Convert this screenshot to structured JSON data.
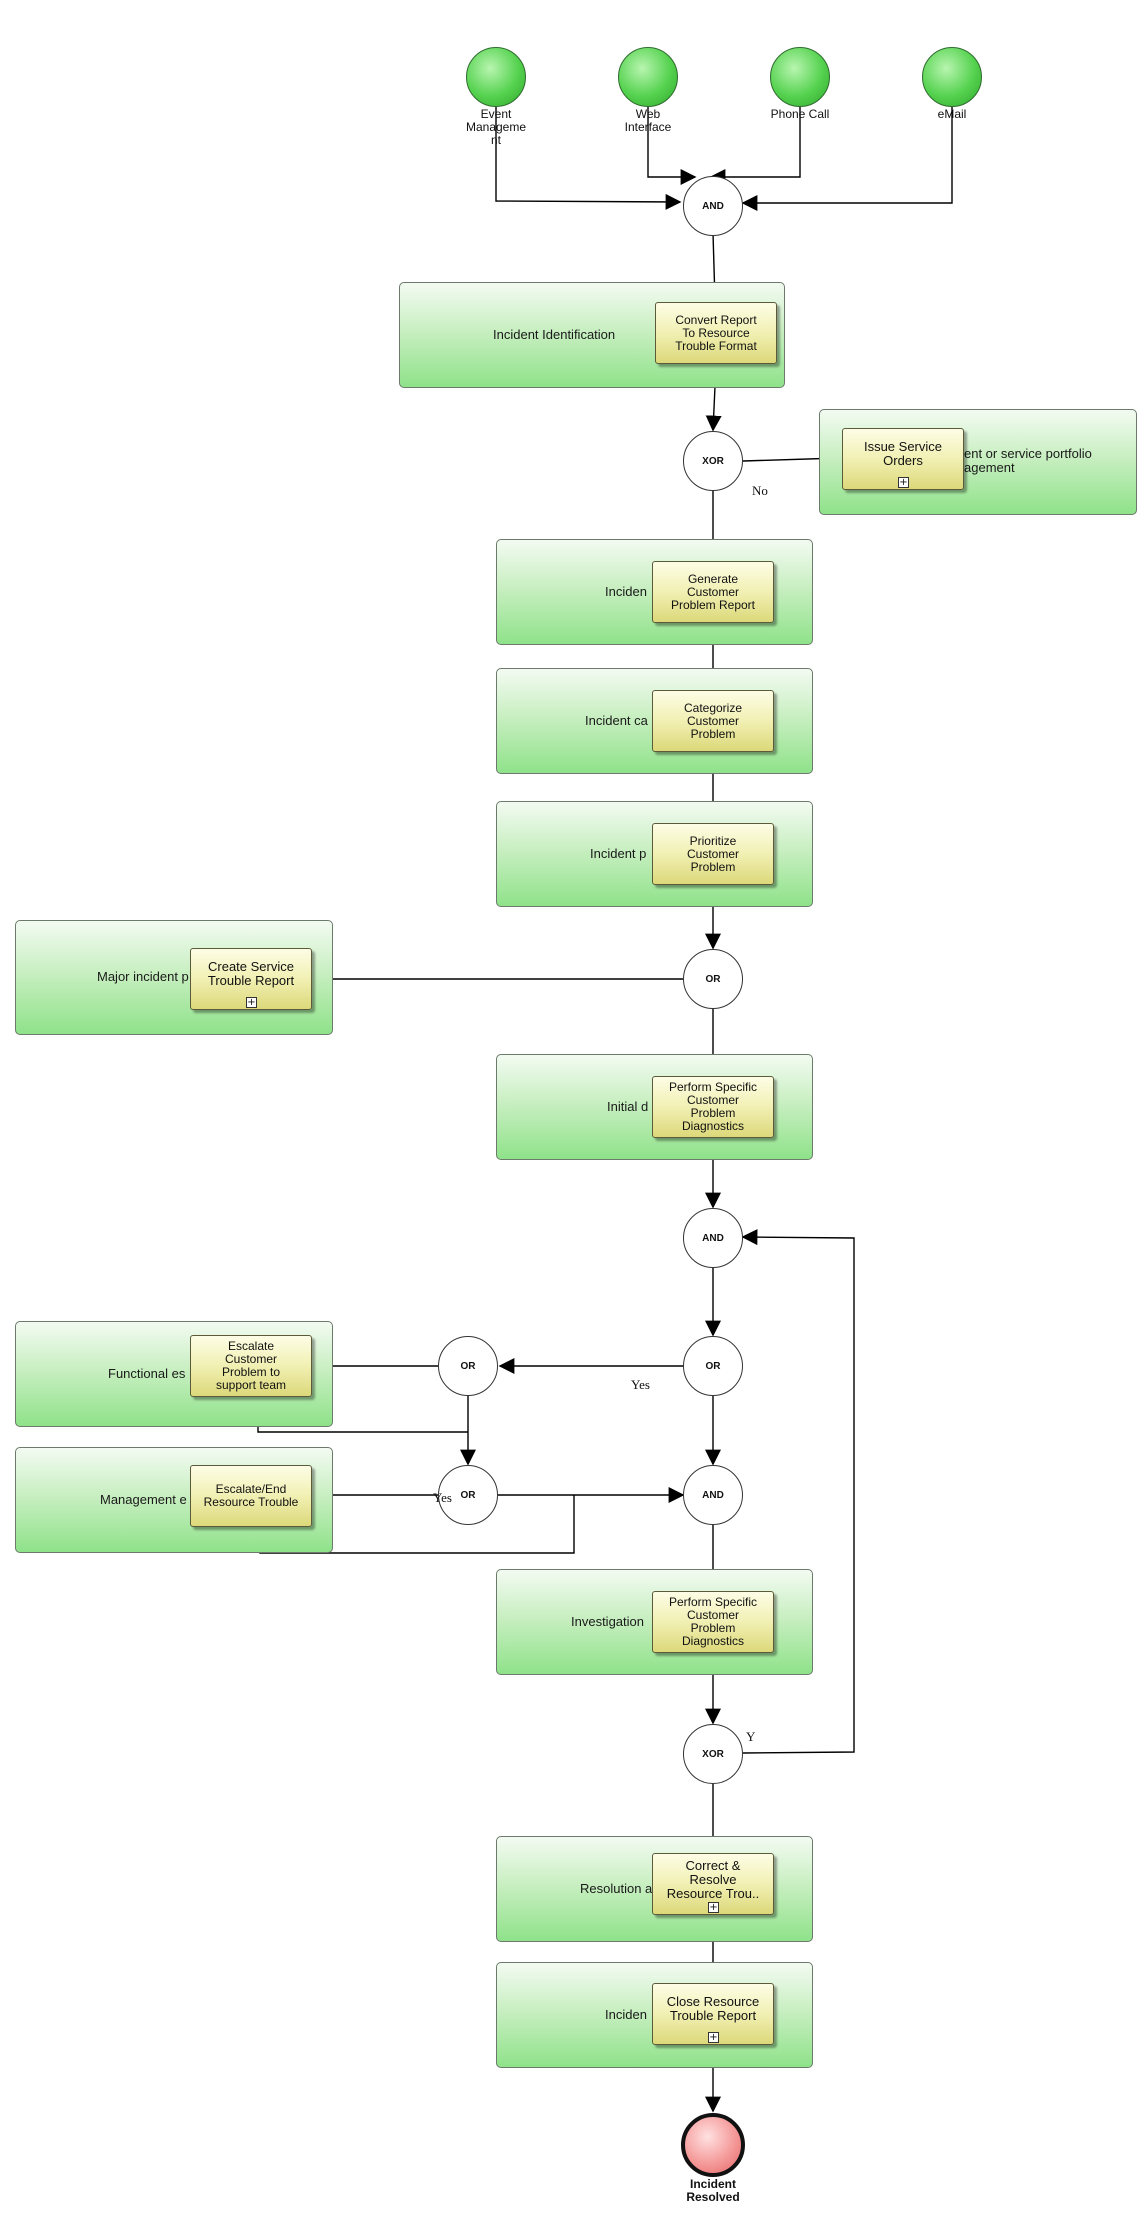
{
  "start_events": [
    {
      "id": "event-management",
      "label": "Event\nManageme\nnt"
    },
    {
      "id": "web-interface",
      "label": "Web\nInterface"
    },
    {
      "id": "phone-call",
      "label": "Phone Call"
    },
    {
      "id": "email",
      "label": "eMail"
    }
  ],
  "end_event": {
    "label": "Incident\nResolved"
  },
  "gateways": {
    "g1": "AND",
    "g2": "XOR",
    "g3": "OR",
    "g4": "AND",
    "g5": "OR",
    "g6": "OR",
    "g7": "OR",
    "g8": "AND",
    "g9": "XOR"
  },
  "lanes": {
    "incident_identification": "Incident Identification",
    "service_portfolio": "ent or service portfolio\nagement",
    "incident_logging": "Inciden",
    "incident_categorization": "Incident ca",
    "incident_prioritization": "Incident p",
    "major_incident": "Major incident p",
    "initial_diagnosis": "Initial d",
    "functional_escalation": "Functional es",
    "management_escalation": "Management e",
    "investigation": "Investigation",
    "resolution": "Resolution a",
    "incident_closure": "Inciden"
  },
  "tasks": {
    "convert_report": "Convert Report\nTo Resource\nTrouble Format",
    "issue_service_orders": "Issue Service\nOrders",
    "generate_problem_report": "Generate\nCustomer\nProblem Report",
    "categorize_problem": "Categorize\nCustomer\nProblem",
    "prioritize_problem": "Prioritize\nCustomer\nProblem",
    "create_trouble_report": "Create Service\nTrouble Report",
    "perform_diagnostics_1": "Perform Specific\nCustomer\nProblem\nDiagnostics",
    "escalate_customer_problem": "Escalate\nCustomer\nProblem to\nsupport team",
    "escalate_end_trouble": "Escalate/End\nResource Trouble",
    "perform_diagnostics_2": "Perform Specific\nCustomer\nProblem\nDiagnostics",
    "correct_resolve": "Correct &\nResolve\nResource Trou..",
    "close_trouble_report": "Close Resource\nTrouble Report"
  },
  "flow_labels": {
    "no": "No",
    "yes_1": "Yes",
    "yes_2": "Yes",
    "y": "Y"
  }
}
